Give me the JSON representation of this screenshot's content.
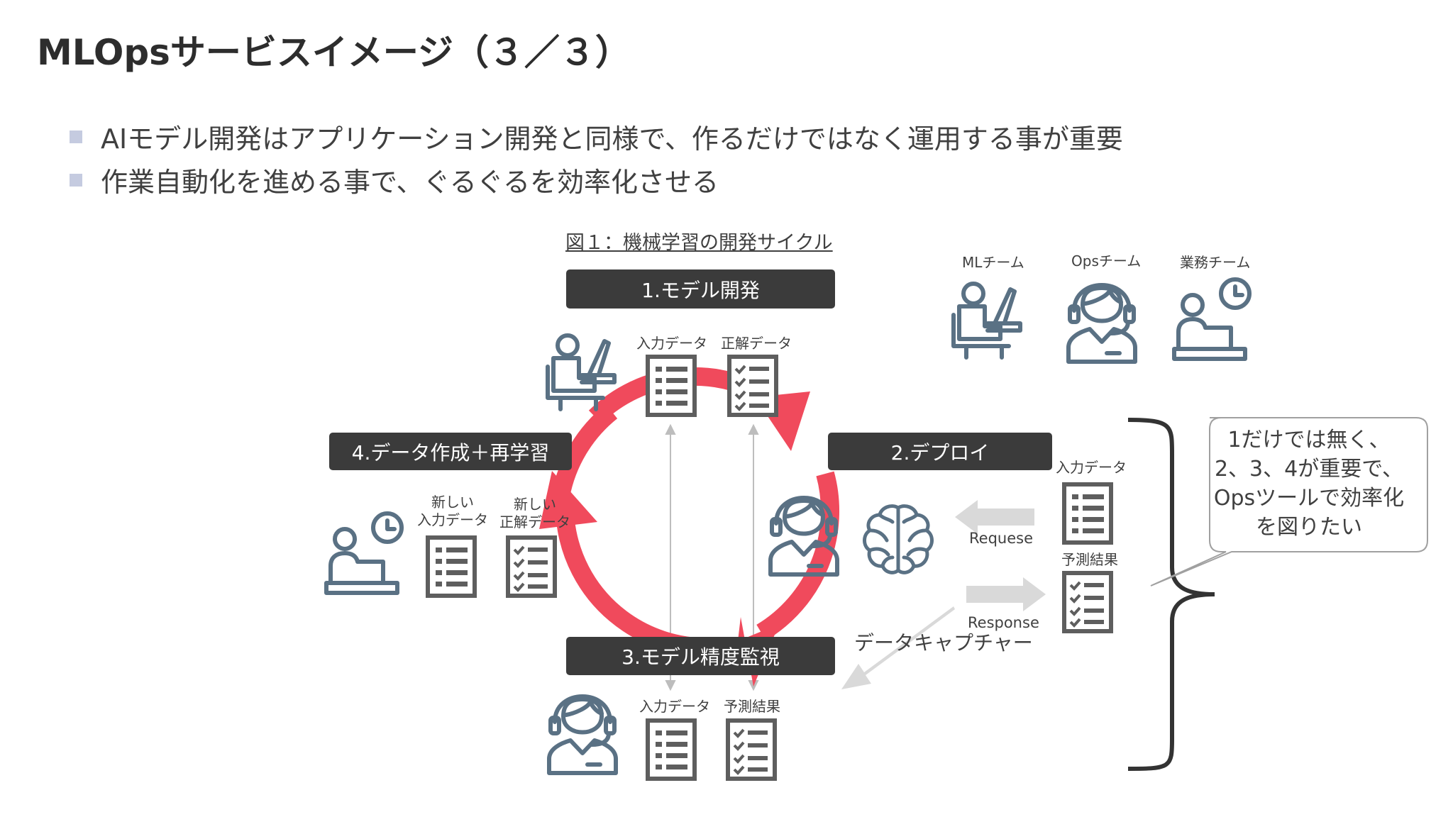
{
  "title": "MLOpsサービスイメージ（３／３）",
  "bullets": [
    "AIモデル開発はアプリケーション開発と同様で、作るだけではなく運用する事が重要",
    "作業自動化を進める事で、ぐるぐるを効率化させる"
  ],
  "figure": {
    "caption": "図１：機械学習の開発サイクル",
    "stages": {
      "develop": "1.モデル開発",
      "deploy": "2.デプロイ",
      "monitor": "3.モデル精度監視",
      "retrain": "4.データ作成＋再学習"
    },
    "doc_labels": {
      "develop_input": "入力データ",
      "develop_truth": "正解データ",
      "monitor_input": "入力データ",
      "monitor_pred": "予測結果",
      "retrain_input_1": "新しい",
      "retrain_input_2": "入力データ",
      "retrain_truth_1": "新しい",
      "retrain_truth_2": "正解データ",
      "deploy_input": "入力データ",
      "deploy_pred": "予測結果"
    },
    "flows": {
      "request": "Requese",
      "response": "Response",
      "capture": "データキャプチャー"
    },
    "teams": [
      "MLチーム",
      "Opsチーム",
      "業務チーム"
    ],
    "callout": [
      "1だけでは無く、",
      "2、3、4が重要で、",
      "Opsツールで効率化",
      "を図りたい"
    ]
  },
  "colors": {
    "cycle": "#f04a5c",
    "icon": "#5a7184",
    "stage_bg": "#3b3b3b",
    "doc": "#5e5e5e",
    "flow_arrow": "#d9d9d9"
  }
}
